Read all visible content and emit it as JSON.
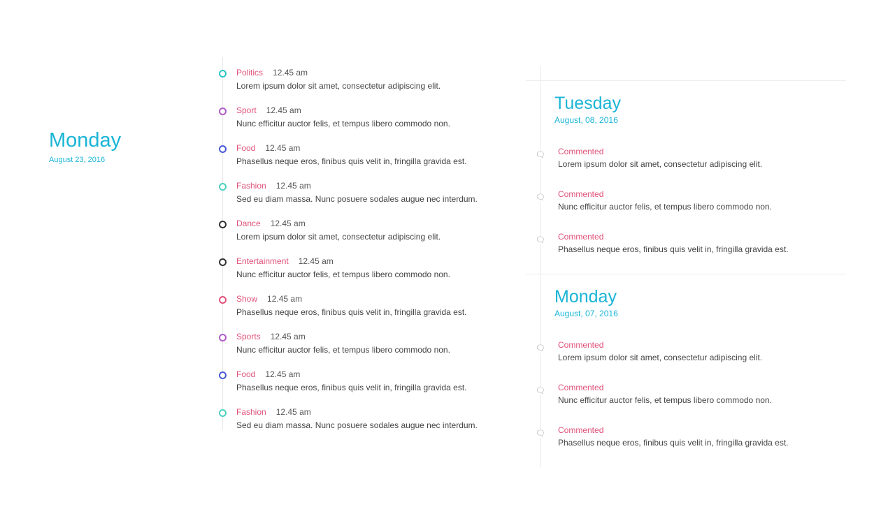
{
  "left_day": {
    "title": "Monday",
    "date": "August 23, 2016"
  },
  "timeline": [
    {
      "category": "Politics",
      "time": "12.45 am",
      "text": "Lorem ipsum dolor sit amet, consectetur adipiscing elit.",
      "color": "#2ec4c8"
    },
    {
      "category": "Sport",
      "time": "12.45 am",
      "text": "Nunc efficitur auctor felis, et tempus libero commodo non.",
      "color": "#b05bc6"
    },
    {
      "category": "Food",
      "time": "12.45 am",
      "text": "Phasellus neque eros, finibus quis velit in, fringilla gravida est.",
      "color": "#4b5bd6"
    },
    {
      "category": "Fashion",
      "time": "12.45 am",
      "text": "Sed eu diam massa. Nunc posuere sodales augue nec interdum.",
      "color": "#4fd1c0"
    },
    {
      "category": "Dance",
      "time": "12.45 am",
      "text": "Lorem ipsum dolor sit amet, consectetur adipiscing elit.",
      "color": "#333333"
    },
    {
      "category": "Entertainment",
      "time": "12.45 am",
      "text": "Nunc efficitur auctor felis, et tempus libero commodo non.",
      "color": "#333333"
    },
    {
      "category": "Show",
      "time": "12.45 am",
      "text": "Phasellus neque eros, finibus quis velit in, fringilla gravida est.",
      "color": "#e0537b"
    },
    {
      "category": "Sports",
      "time": "12.45 am",
      "text": "Nunc efficitur auctor felis, et tempus libero commodo non.",
      "color": "#b05bc6"
    },
    {
      "category": "Food",
      "time": "12.45 am",
      "text": "Phasellus neque eros, finibus quis velit in, fringilla gravida est.",
      "color": "#4b5bd6"
    },
    {
      "category": "Fashion",
      "time": "12.45 am",
      "text": "Sed eu diam massa. Nunc posuere sodales augue nec interdum.",
      "color": "#4fd1c0"
    }
  ],
  "right_sections": [
    {
      "title": "Tuesday",
      "date": "August, 08, 2016",
      "items": [
        {
          "label": "Commented",
          "text": "Lorem ipsum dolor sit amet, consectetur adipiscing elit.",
          "icon": "comment-icon"
        },
        {
          "label": "Commented",
          "text": "Nunc efficitur auctor felis, et tempus libero commodo non.",
          "icon": "comment-icon"
        },
        {
          "label": "Commented",
          "text": "Phasellus neque eros, finibus quis velit in, fringilla gravida est.",
          "icon": "comment-icon"
        }
      ]
    },
    {
      "title": "Monday",
      "date": "August, 07, 2016",
      "items": [
        {
          "label": "Commented",
          "text": "Lorem ipsum dolor sit amet, consectetur adipiscing elit.",
          "icon": "comment-icon"
        },
        {
          "label": "Commented",
          "text": "Nunc efficitur auctor felis, et tempus libero commodo non.",
          "icon": "comment-icon"
        },
        {
          "label": "Commented",
          "text": "Phasellus neque eros, finibus quis velit in, fringilla gravida est.",
          "icon": "comment-icon"
        }
      ]
    }
  ],
  "colors": {
    "accent": "#1ab5d6",
    "label": "#e0537b"
  }
}
